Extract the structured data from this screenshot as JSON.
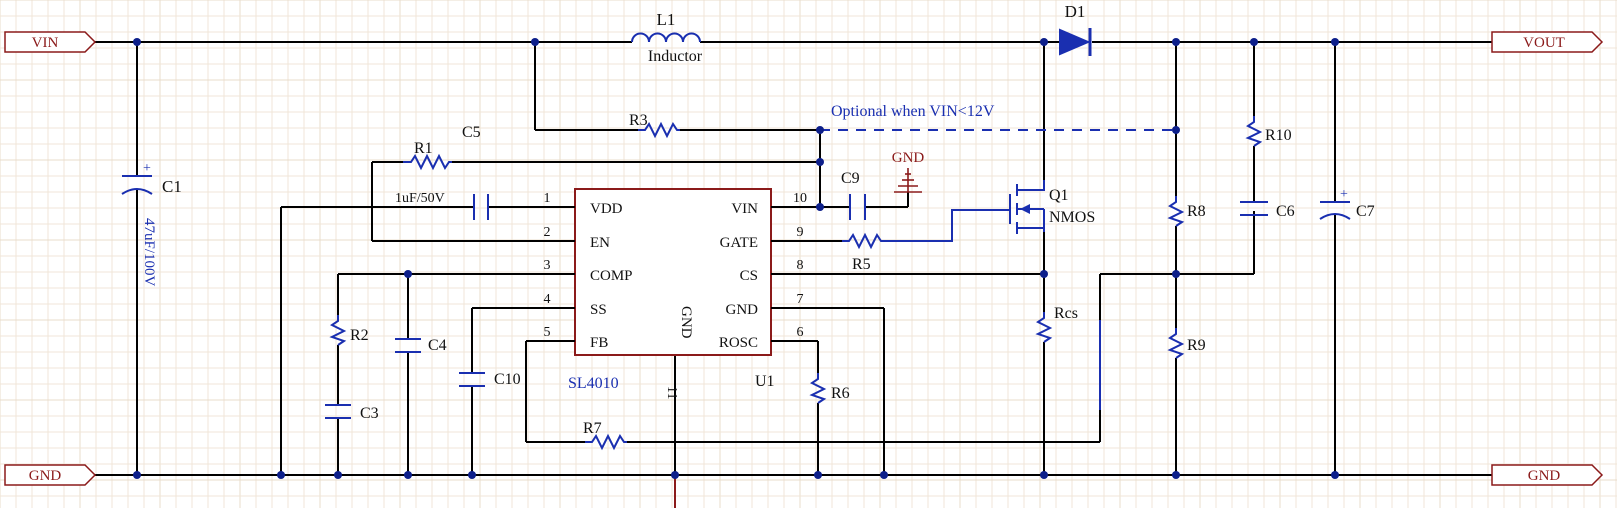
{
  "ports": {
    "vin": "VIN",
    "vout": "VOUT",
    "gnd_left": "GND",
    "gnd_right": "GND"
  },
  "ic": {
    "designator": "U1",
    "part": "SL4010",
    "gnd_label": "GND",
    "gnd_pin": "11",
    "left_pins": [
      {
        "num": "1",
        "name": "VDD"
      },
      {
        "num": "2",
        "name": "EN"
      },
      {
        "num": "3",
        "name": "COMP"
      },
      {
        "num": "4",
        "name": "SS"
      },
      {
        "num": "5",
        "name": "FB"
      }
    ],
    "right_pins": [
      {
        "num": "10",
        "name": "VIN"
      },
      {
        "num": "9",
        "name": "GATE"
      },
      {
        "num": "8",
        "name": "CS"
      },
      {
        "num": "7",
        "name": "GND"
      },
      {
        "num": "6",
        "name": "ROSC"
      }
    ]
  },
  "components": {
    "l1": "L1",
    "l1_value": "Inductor",
    "d1": "D1",
    "c1": "C1",
    "c1_value": "47uF/100V",
    "c5": "C5",
    "c5_value": "1uF/50V",
    "c9": "C9",
    "gnd_symbol": "GND",
    "q1": "Q1",
    "q1_type": "NMOS",
    "r1": "R1",
    "r2": "R2",
    "r3": "R3",
    "r5": "R5",
    "r6": "R6",
    "r7": "R7",
    "r8": "R8",
    "r9": "R9",
    "r10": "R10",
    "rcs": "Rcs",
    "c3": "C3",
    "c4": "C4",
    "c6": "C6",
    "c7": "C7",
    "c10": "C10"
  },
  "notes": {
    "optional": "Optional when VIN<12V"
  },
  "colors": {
    "wire": "#000000",
    "component": "#1a2fb0",
    "port": "#8b1a1a",
    "junction": "#0d1f8a"
  }
}
